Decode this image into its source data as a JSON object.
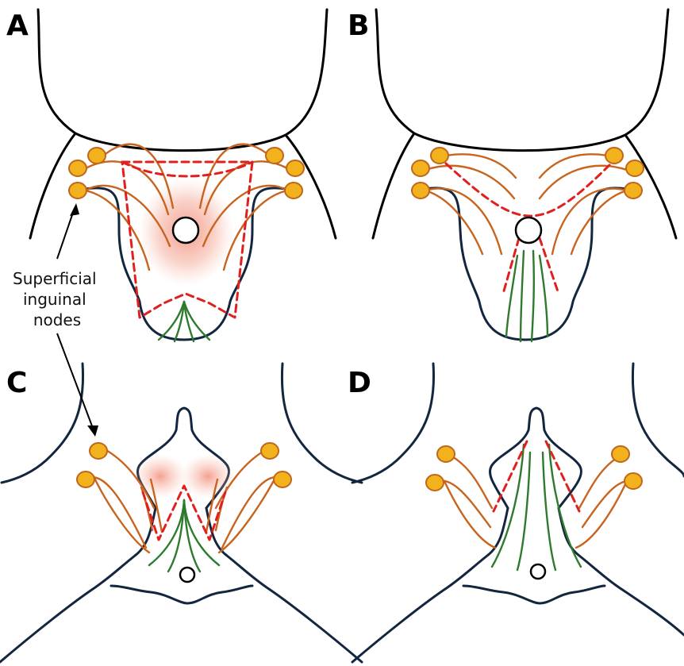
{
  "panels": [
    {
      "letter": "A"
    },
    {
      "letter": "B"
    },
    {
      "letter": "C"
    },
    {
      "letter": "D"
    }
  ],
  "callout": {
    "lines": [
      "Superficial",
      "inguinal",
      "nodes"
    ]
  },
  "colors": {
    "outline": "#000000",
    "skin_outline": "#13263f",
    "lymphatics": "#c8641e",
    "lymph_nodes_fill": "#f2b21e",
    "lymph_nodes_stroke": "#c0661a",
    "drainage": "#2f7a2f",
    "incision": "#e0201e",
    "inflammation": "#f2907c"
  }
}
